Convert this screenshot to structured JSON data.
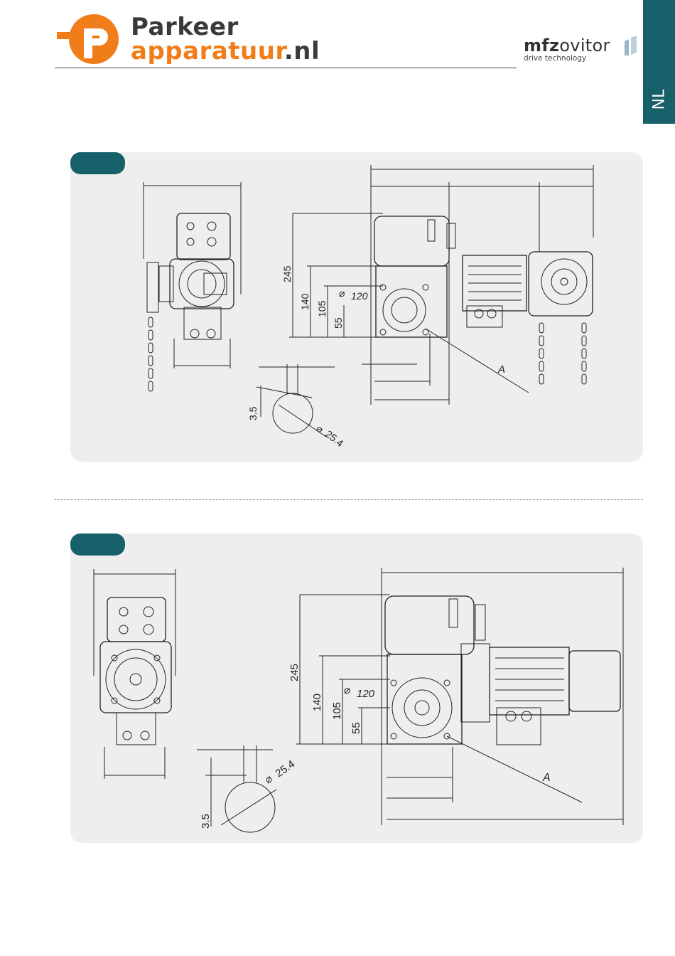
{
  "header": {
    "logo_line1": "Parkeer",
    "logo_line2": "apparatuur",
    "logo_tld": ".nl",
    "brand_bold": "mfz",
    "brand_rest": "ovitor",
    "brand_tagline": "drive technology",
    "language": "NL"
  },
  "colors": {
    "accent_teal": "#16606a",
    "logo_orange": "#f07d1a",
    "panel_bg": "#eeeeee"
  },
  "drawing_1": {
    "dim_height": "245",
    "dim_140": "140",
    "dim_105": "105",
    "dim_55": "55",
    "dim_flange": "120",
    "dim_shaft": "25.4",
    "dim_key": "3.5",
    "label_a": "A"
  },
  "drawing_2": {
    "dim_height": "245",
    "dim_140": "140",
    "dim_105": "105",
    "dim_55": "55",
    "dim_flange": "120",
    "dim_shaft": "25.4",
    "dim_key": "3.5",
    "label_a": "A"
  }
}
